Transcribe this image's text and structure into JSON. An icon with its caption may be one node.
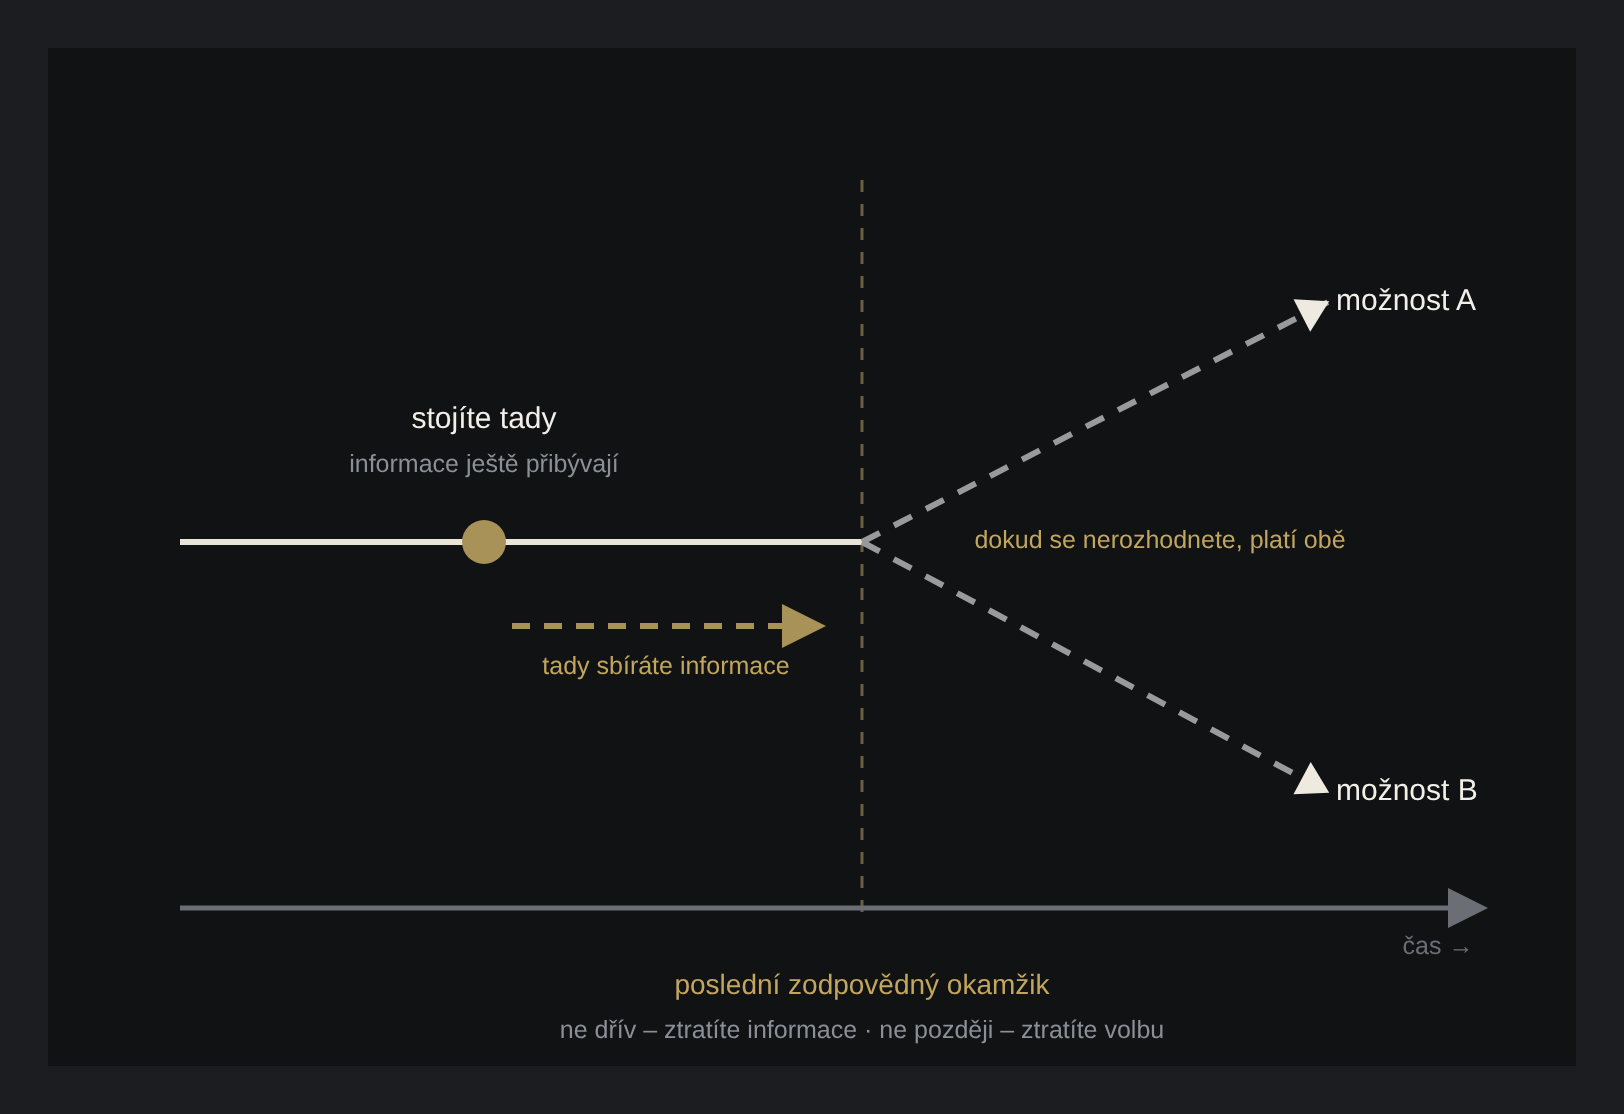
{
  "diagram": {
    "nodes": [
      {
        "text": [],
        "shape": "circle",
        "beside": [
          "stojíte tady",
          "informace ještě přibývají"
        ]
      },
      {
        "text": [
          "možnost A"
        ]
      },
      {
        "text": [
          "možnost B"
        ]
      }
    ],
    "edges": [
      {
        "from": null,
        "to": 1,
        "arrow": "to",
        "style": "dashed"
      },
      {
        "from": null,
        "to": 2,
        "arrow": "to",
        "style": "dashed"
      }
    ],
    "labels": [
      "tady sbíráte informace",
      "dokud se nerozhodnete, platí obě",
      "čas →",
      "poslední zodpovědný okamžik",
      "ne dřív – ztratíte informace · ne později – ztratíte volbu"
    ]
  }
}
